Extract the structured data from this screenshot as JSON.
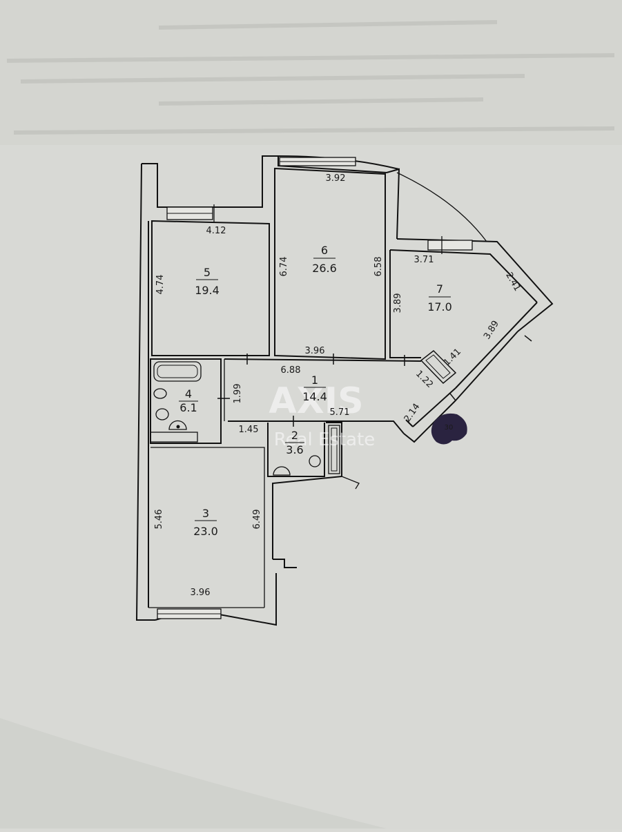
{
  "watermark": {
    "brand": "AXIS",
    "sub": "Real Estate"
  },
  "stamp": {
    "text": "30"
  },
  "rooms": [
    {
      "id": "1",
      "number": "1",
      "area": "14.4"
    },
    {
      "id": "2",
      "number": "2",
      "area": "3.6"
    },
    {
      "id": "3",
      "number": "3",
      "area": "23.0"
    },
    {
      "id": "4",
      "number": "4",
      "area": "6.1"
    },
    {
      "id": "5",
      "number": "5",
      "area": "19.4"
    },
    {
      "id": "6",
      "number": "6",
      "area": "26.6"
    },
    {
      "id": "7",
      "number": "7",
      "area": "17.0"
    }
  ],
  "dimensions": {
    "r5_top": "4.12",
    "r5_left": "4.74",
    "r5_right": "6.74",
    "r6_top": "3.92",
    "r6_right": "6.58",
    "r6_bottom": "3.96",
    "r7_top": "3.71",
    "r7_left": "3.89",
    "r7_diag_top": "2.41",
    "r7_diag_right": "3.89",
    "niche_a": "1.41",
    "niche_b": "1.22",
    "hall_top": "6.88",
    "hall_left": "1.99",
    "hall_bottom": "5.71",
    "hall_diag": "2.14",
    "bath_bottom": "1.45",
    "r3_left": "5.46",
    "r3_right": "6.49",
    "r3_bottom": "3.96"
  },
  "colors": {
    "paper": "#d9dad6",
    "line": "#111111",
    "stamp": "#2a2340"
  }
}
